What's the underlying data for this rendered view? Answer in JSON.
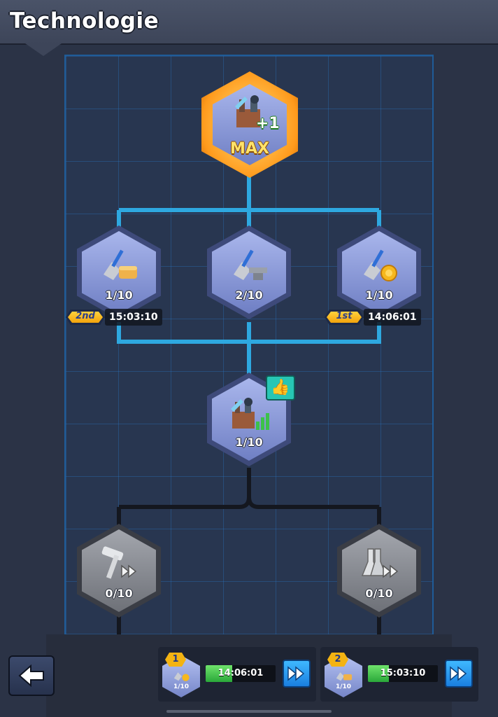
{
  "header": {
    "title": "Technologie"
  },
  "tree": {
    "root": {
      "level": "MAX",
      "bonus": "+1",
      "icon": "factory-plus-icon"
    },
    "row1": [
      {
        "icon": "shovel-bread-icon",
        "level": "1/10",
        "rank": "2nd",
        "timer": "15:03:10"
      },
      {
        "icon": "shovel-iron-icon",
        "level": "2/10"
      },
      {
        "icon": "shovel-coin-icon",
        "level": "1/10",
        "rank": "1st",
        "timer": "14:06:01"
      }
    ],
    "middle": {
      "icon": "factory-growth-icon",
      "level": "1/10",
      "recommended_icon": "thumbs-up-icon"
    },
    "row3": [
      {
        "icon": "hammer-speed-icon",
        "level": "0/10"
      },
      {
        "icon": "flask-speed-icon",
        "level": "0/10"
      }
    ]
  },
  "queues": [
    {
      "slot": "1",
      "level": "1/10",
      "timer": "14:06:01",
      "progress": 0.38
    },
    {
      "slot": "2",
      "level": "1/10",
      "timer": "15:03:10",
      "progress": 0.3
    }
  ],
  "colors": {
    "active_line": "#2ea8e0",
    "locked_line": "#14171f",
    "accent_gold": "#ffb21c"
  }
}
